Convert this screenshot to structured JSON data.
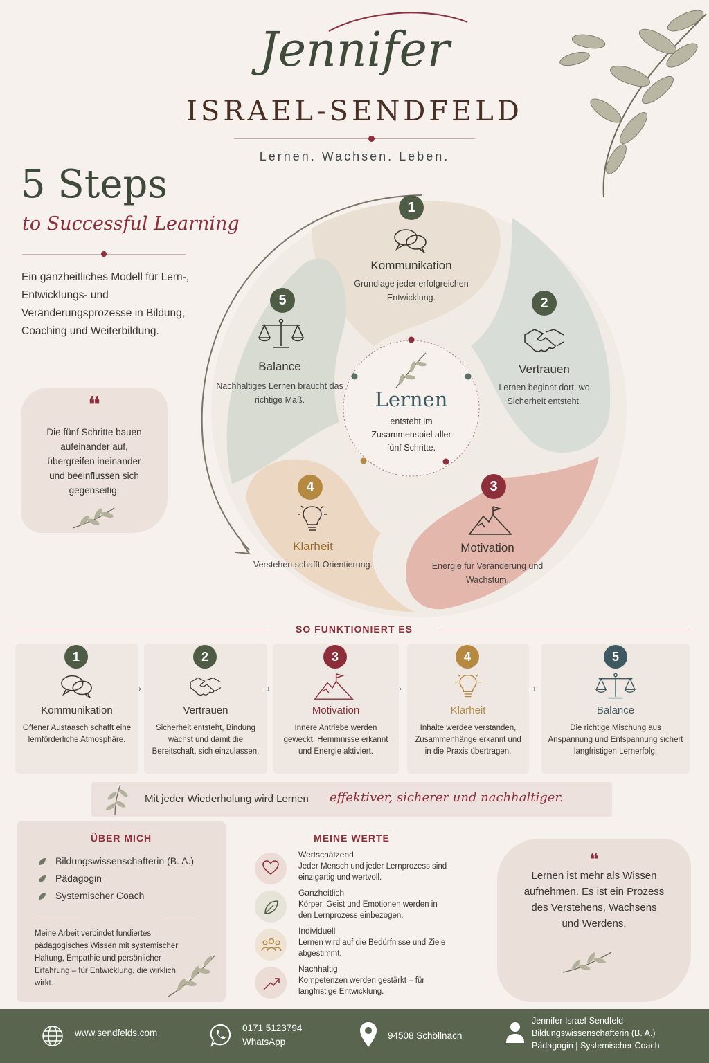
{
  "header": {
    "script_name": "Jennifer",
    "surname": "ISRAEL-SENDFELD",
    "tagline": "Lernen. Wachsen. Leben."
  },
  "intro": {
    "title": "5 Steps",
    "subtitle": "to Successful Learning",
    "text": "Ein ganzheitliches Modell für Lern-, Entwicklungs- und Veränderungsprozesse in Bildung, Coaching und Weiterbildung."
  },
  "side_quote": {
    "mark": "❝",
    "text": "Die fünf Schritte bauen aufeinander auf, übergreifen ineinander und beeinflussen sich gegenseitig."
  },
  "center": {
    "title": "Lernen",
    "text": "entsteht im Zusammenspiel aller fünf Schritte."
  },
  "wheel": [
    {
      "num": "1",
      "title": "Kommunikation",
      "desc": "Grundlage jeder erfolgreichen Entwicklung.",
      "icon": "speech-bubbles-icon"
    },
    {
      "num": "2",
      "title": "Vertrauen",
      "desc": "Lernen beginnt dort, wo Sicherheit entsteht.",
      "icon": "handshake-icon"
    },
    {
      "num": "3",
      "title": "Motivation",
      "desc": "Energie für Veränderung und Wachstum.",
      "icon": "mountain-flag-icon"
    },
    {
      "num": "4",
      "title": "Klarheit",
      "desc": "Verstehen schafft Orientierung.",
      "icon": "lightbulb-icon"
    },
    {
      "num": "5",
      "title": "Balance",
      "desc": "Nachhaltiges Lernen braucht das richtige Maß.",
      "icon": "scale-icon"
    }
  ],
  "how": {
    "heading": "SO FUNKTIONIERT ES",
    "arrow": "→",
    "steps": [
      {
        "num": "1",
        "title": "Kommunikation",
        "desc": "Offener Austaasch schafft eine lernförderliche Atmosphäre."
      },
      {
        "num": "2",
        "title": "Vertrauen",
        "desc": "Sicherheit entsteht, Bindung wächst und damit die Bereitschaft, sich einzulassen."
      },
      {
        "num": "3",
        "title": "Motivation",
        "desc": "Innere Antriebe werden geweckt, Hemmnisse erkannt und Energie aktiviert."
      },
      {
        "num": "4",
        "title": "Klarheit",
        "desc": "Inhalte werdee verstanden, Zusammenhänge erkannt und in die Praxis übertragen."
      },
      {
        "num": "5",
        "title": "Balance",
        "desc": "Die richtige Mischung aus Anspannung und Entspannung sichert langfristigen Lernerfolg."
      }
    ]
  },
  "repeat_banner": {
    "text": "Mit jeder Wiederholung wird Lernen",
    "emphasis": "effektiver, sicherer und nachhaltiger."
  },
  "about": {
    "heading": "ÜBER MICH",
    "items": [
      "Bildungswissenschafterin (B. A.)",
      "Pädagogin",
      "Systemischer Coach"
    ],
    "text": "Meine Arbeit verbindet fundiertes pädagogisches Wissen mit systemischer Haltung, Empathie und persönlicher Erfahrung – für Entwicklung, die wirklich wirkt."
  },
  "values": {
    "heading": "MEINE WERTE",
    "items": [
      {
        "title": "Wertschätzend",
        "desc": "Jeder Mensch und jeder Lernprozess sind einzigartig und wertvoll.",
        "icon": "heart-icon"
      },
      {
        "title": "Ganzheitlich",
        "desc": "Körper, Geist und Emotionen werden in den Lernprozess einbezogen.",
        "icon": "leaf-icon"
      },
      {
        "title": "Individuell",
        "desc": "Lernen wird auf die Bedürfnisse und Ziele abgestimmt.",
        "icon": "people-icon"
      },
      {
        "title": "Nachhaltig",
        "desc": "Kompetenzen werden gestärkt – für langfristige Entwicklung.",
        "icon": "growth-arrow-icon"
      }
    ]
  },
  "quote": {
    "mark": "❝",
    "text": "Lernen ist mehr als Wissen aufnehmen. Es ist ein Prozess des Verstehens, Wachsens und Werdens."
  },
  "footer": {
    "website": "www.sendfelds.com",
    "phone": "0171 5123794",
    "phone_label": "WhatsApp",
    "location": "94508 Schöllnach",
    "name": "Jennifer Israel-Sendfeld",
    "role1": "Bildungswissenschafterin (B. A.)",
    "role2": "Pädagogin | Systemischer Coach"
  },
  "colors": {
    "green": "#4f5c45",
    "red": "#8c2f3b",
    "gold": "#b5893f",
    "teal": "#3e5a60",
    "footer": "#59654f"
  }
}
